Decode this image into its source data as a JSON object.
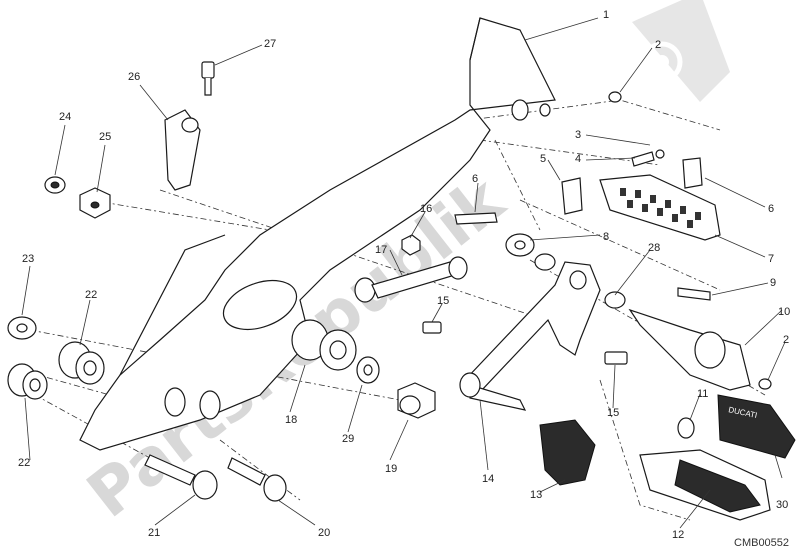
{
  "watermark": {
    "text": "PartsRepublik"
  },
  "drawing_code": "CMB00552",
  "callouts": [
    {
      "n": "1"
    },
    {
      "n": "2"
    },
    {
      "n": "3"
    },
    {
      "n": "4"
    },
    {
      "n": "5"
    },
    {
      "n": "6"
    },
    {
      "n": "6"
    },
    {
      "n": "7"
    },
    {
      "n": "8"
    },
    {
      "n": "9"
    },
    {
      "n": "10"
    },
    {
      "n": "2"
    },
    {
      "n": "11"
    },
    {
      "n": "12"
    },
    {
      "n": "13"
    },
    {
      "n": "14"
    },
    {
      "n": "15"
    },
    {
      "n": "15"
    },
    {
      "n": "16"
    },
    {
      "n": "17"
    },
    {
      "n": "18"
    },
    {
      "n": "19"
    },
    {
      "n": "20"
    },
    {
      "n": "21"
    },
    {
      "n": "22"
    },
    {
      "n": "22"
    },
    {
      "n": "23"
    },
    {
      "n": "24"
    },
    {
      "n": "25"
    },
    {
      "n": "26"
    },
    {
      "n": "27"
    },
    {
      "n": "28"
    },
    {
      "n": "29"
    },
    {
      "n": "30"
    }
  ],
  "footpeg_label": "DUCATI"
}
